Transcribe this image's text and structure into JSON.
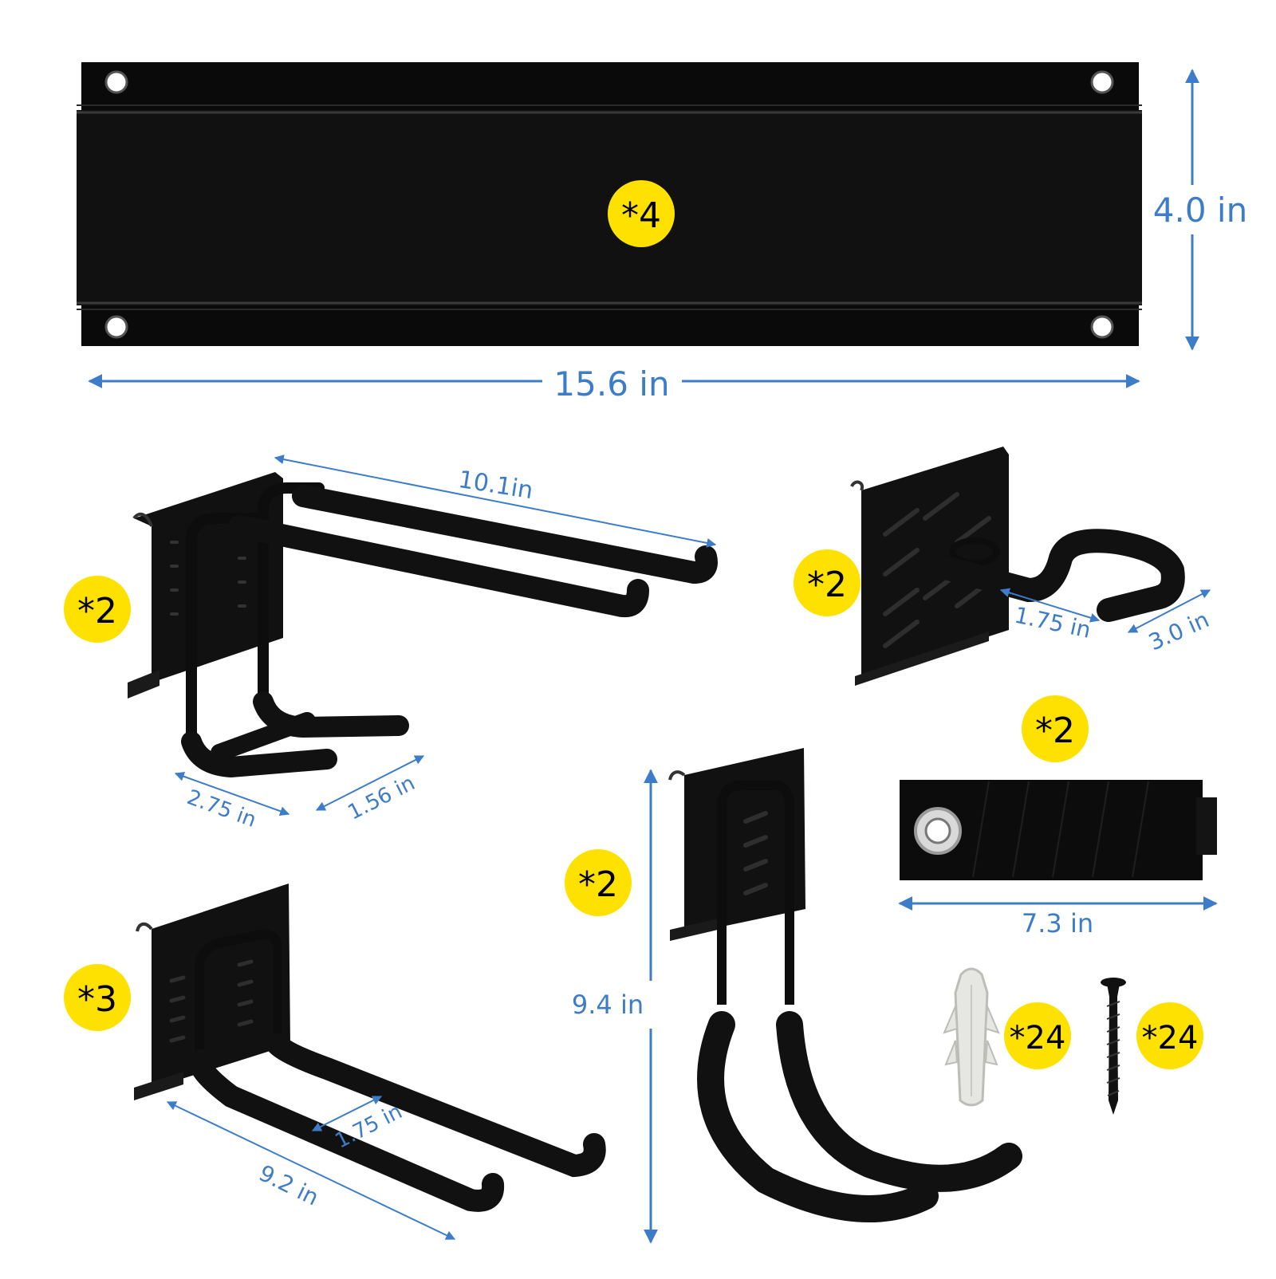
{
  "colors": {
    "background": "#ffffff",
    "metal": "#0c0c0c",
    "dimension": "#3d7cc9",
    "badge": "#ffe100",
    "badge_text": "#000000"
  },
  "rail": {
    "quantity": "*4",
    "width_label": "15.6 in",
    "height_label": "4.0 in"
  },
  "double_hook": {
    "quantity": "*2",
    "length_label": "10.1in",
    "depth_label": "2.75 in",
    "gap_label": "1.56 in"
  },
  "small_hook": {
    "quantity": "*2",
    "reach_label": "1.75 in",
    "width_label": "3.0 in"
  },
  "strap": {
    "quantity": "*2",
    "length_label": "7.3 in"
  },
  "bike_hook": {
    "quantity": "*2",
    "height_label": "9.4 in"
  },
  "u_hook": {
    "quantity": "*3",
    "length_label": "9.2 in",
    "gap_label": "1.75 in"
  },
  "anchor": {
    "quantity": "*24",
    "icon": "wall-anchor-icon"
  },
  "screw": {
    "quantity": "*24",
    "icon": "screw-icon"
  }
}
